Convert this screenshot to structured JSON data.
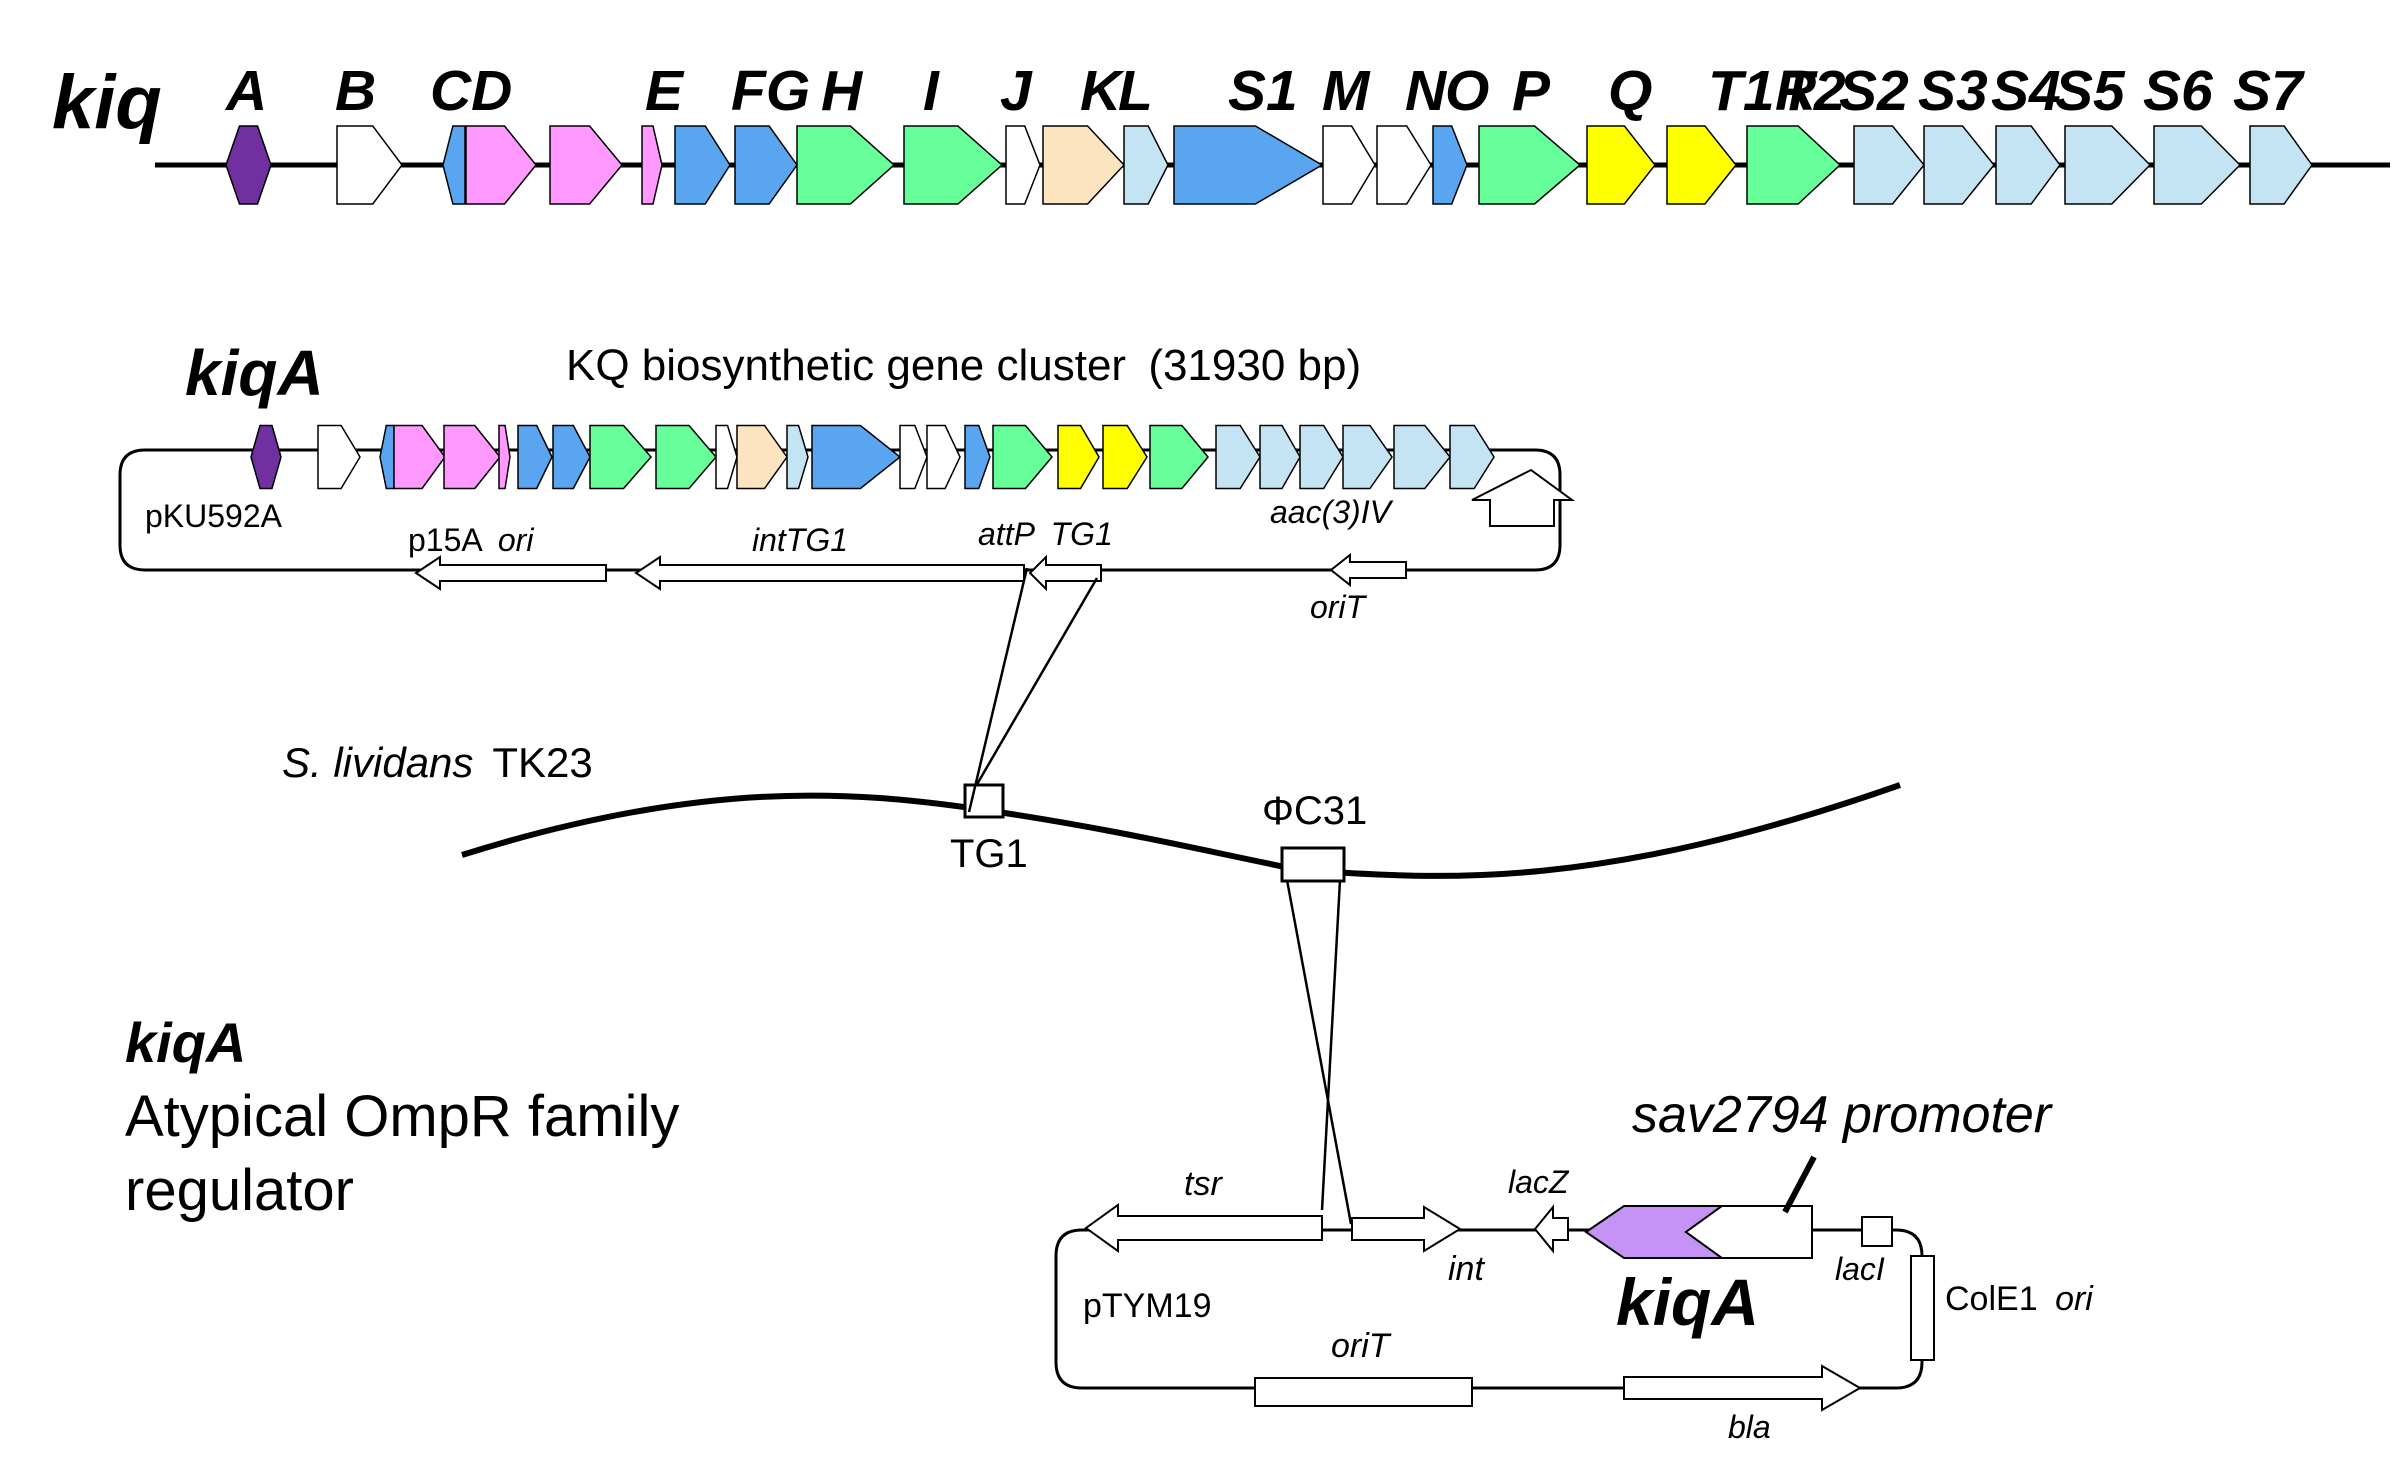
{
  "colors": {
    "purple": "#7030a0",
    "white": "#ffffff",
    "blue": "#5aa5ef",
    "pink": "#ff99ff",
    "green": "#66ff99",
    "peach": "#fde4c0",
    "lightblue": "#c5e4f3",
    "yellow": "#ffff00",
    "lavender": "#c592f5"
  },
  "top_cluster": {
    "name": "kiq",
    "labels": [
      "A",
      "B",
      "CD",
      "E",
      "FG",
      "H",
      "I",
      "J",
      "K",
      "L",
      "S1",
      "M",
      "N",
      "O",
      "P",
      "Q",
      "T1",
      "T2",
      "R",
      "S2",
      "S3",
      "S4",
      "S5",
      "S6",
      "S7"
    ],
    "genes": [
      {
        "color": "purple",
        "dir": "bi"
      },
      {
        "color": "white",
        "dir": "right"
      },
      {
        "color": "blue",
        "dir": "left"
      },
      {
        "color": "pink",
        "dir": "right"
      },
      {
        "color": "pink",
        "dir": "right"
      },
      {
        "color": "pink",
        "dir": "right"
      },
      {
        "color": "blue",
        "dir": "right"
      },
      {
        "color": "blue",
        "dir": "right"
      },
      {
        "color": "green",
        "dir": "right"
      },
      {
        "color": "green",
        "dir": "right"
      },
      {
        "color": "white",
        "dir": "right"
      },
      {
        "color": "peach",
        "dir": "right"
      },
      {
        "color": "lightblue",
        "dir": "right"
      },
      {
        "color": "blue",
        "dir": "right"
      },
      {
        "color": "white",
        "dir": "right"
      },
      {
        "color": "white",
        "dir": "right"
      },
      {
        "color": "blue",
        "dir": "right"
      },
      {
        "color": "green",
        "dir": "right"
      },
      {
        "color": "yellow",
        "dir": "right"
      },
      {
        "color": "yellow",
        "dir": "right"
      },
      {
        "color": "green",
        "dir": "right"
      },
      {
        "color": "lightblue",
        "dir": "right"
      },
      {
        "color": "lightblue",
        "dir": "right"
      },
      {
        "color": "lightblue",
        "dir": "right"
      },
      {
        "color": "lightblue",
        "dir": "right"
      },
      {
        "color": "lightblue",
        "dir": "right"
      },
      {
        "color": "lightblue",
        "dir": "right"
      }
    ]
  },
  "plasmid1": {
    "gene_label": "kiqA",
    "cluster_title": "KQ biosynthetic gene cluster",
    "cluster_size": "(31930 bp)",
    "name": "pKU592A",
    "p15a": "p15A",
    "ori": "ori",
    "intTG1": "intTG1",
    "attP": "attP",
    "tg1": "TG1",
    "aac": "aac(3)IV",
    "oriT": "oriT"
  },
  "chromosome": {
    "species": "S. lividans",
    "strain": "TK23",
    "site1": "TG1",
    "site2": "ΦC31"
  },
  "legend": {
    "gene": "kiqA",
    "line1": "Atypical OmpR family",
    "line2": "regulator"
  },
  "plasmid2": {
    "name": "pTYM19",
    "tsr": "tsr",
    "int": "int",
    "lacZ": "lacZ",
    "promoter": "sav2794 promoter",
    "kiqA": "kiqA",
    "lacI": "lacI",
    "cole1": "ColE1",
    "ori": "ori",
    "oriT": "oriT",
    "bla": "bla"
  }
}
